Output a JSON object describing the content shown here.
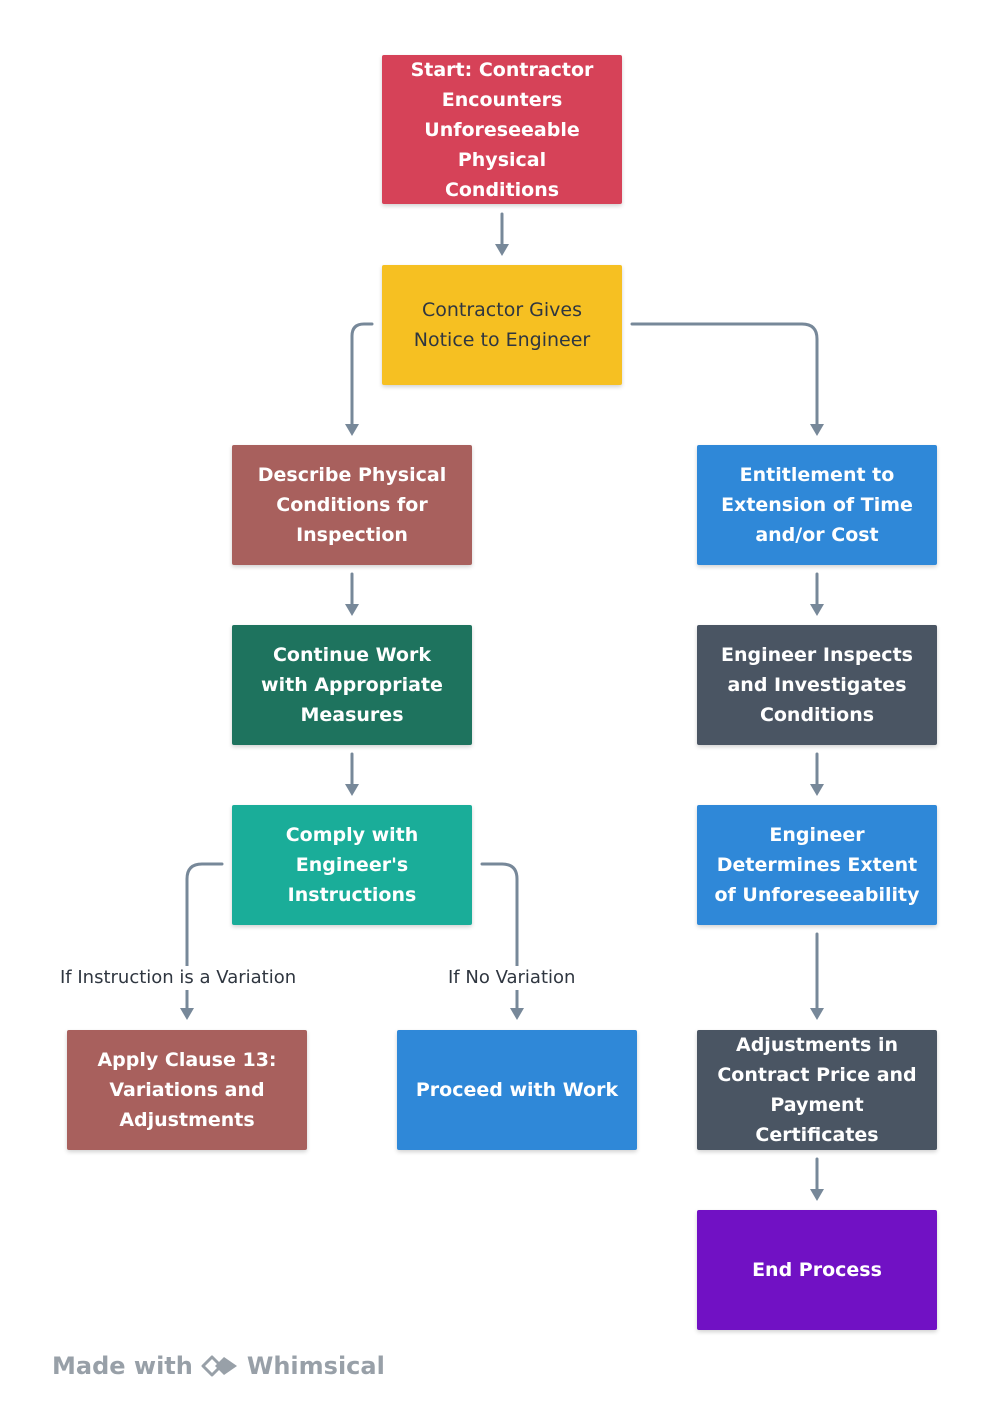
{
  "nodes": {
    "start": {
      "label": "Start: Contractor Encounters Unforeseeable Physical Conditions",
      "color": "#d64258"
    },
    "notice": {
      "label": "Contractor Gives Notice to Engineer",
      "color": "#f6c022"
    },
    "describe": {
      "label": "Describe Physical Conditions for Inspection",
      "color": "#a8605d"
    },
    "continue_work": {
      "label": "Continue Work with Appropriate Measures",
      "color": "#1e735e"
    },
    "comply": {
      "label": "Comply with Engineer's Instructions",
      "color": "#1aad99"
    },
    "clause13": {
      "label": "Apply Clause 13: Variations and Adjustments",
      "color": "#a8605d"
    },
    "proceed": {
      "label": "Proceed with Work",
      "color": "#2f88d8"
    },
    "entitlement": {
      "label": "Entitlement to Extension of Time and/or Cost",
      "color": "#2f88d8"
    },
    "inspects": {
      "label": "Engineer Inspects and Investigates Conditions",
      "color": "#4a5563"
    },
    "determines": {
      "label": "Engineer Determines Extent of Unforeseeability",
      "color": "#2f88d8"
    },
    "adjustments": {
      "label": "Adjustments in Contract Price and Payment Certificates",
      "color": "#4a5563"
    },
    "end": {
      "label": "End Process",
      "color": "#7111c4"
    }
  },
  "edge_labels": {
    "variation": "If Instruction is a Variation",
    "no_variation": "If No Variation"
  },
  "footer": {
    "made_with": "Made with",
    "brand": "Whimsical"
  }
}
